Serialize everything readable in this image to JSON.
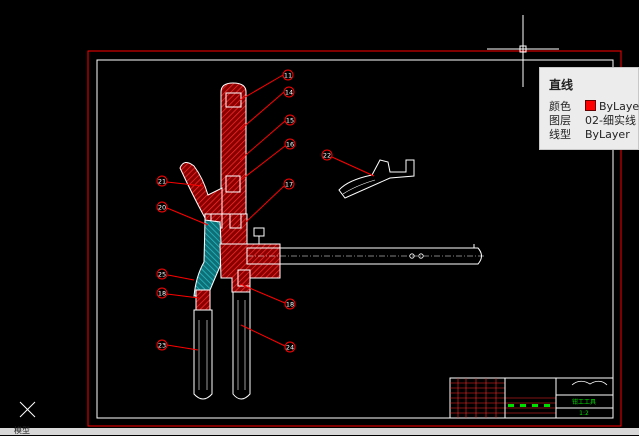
{
  "tooltip": {
    "title": "直线",
    "rows": [
      {
        "key": "颜色",
        "value": "ByLayer",
        "swatch": "#ff0000"
      },
      {
        "key": "图层",
        "value": "02-细实线"
      },
      {
        "key": "线型",
        "value": "ByLayer"
      }
    ]
  },
  "callouts": [
    "11",
    "14",
    "15",
    "16",
    "17",
    "20",
    "21",
    "22",
    "23",
    "24",
    "25",
    "18",
    "18"
  ],
  "title_block": {
    "part_name": "钳工工具",
    "scale": "1:2"
  },
  "status": {
    "text": "模型"
  },
  "colors": {
    "drawing_frame": "#ff0000",
    "inner_frame": "#ffffff",
    "part_outline": "#ffffff",
    "hatch": "#ff2a2a",
    "cyan_part": "#19a7b0",
    "leader": "#ff0000",
    "title_block_highlight": "#00dd00"
  }
}
